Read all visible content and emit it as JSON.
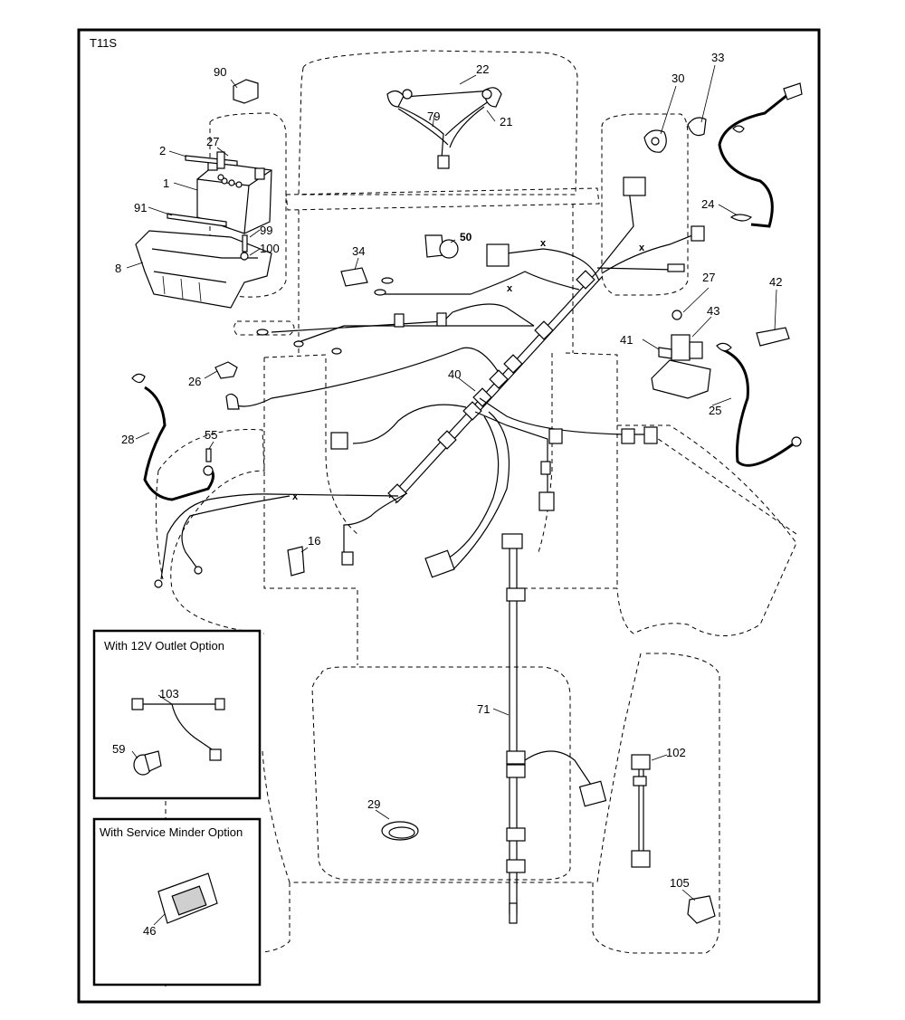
{
  "diagram_code": "T11S",
  "part_labels": {
    "p1": "1",
    "p2": "2",
    "p8": "8",
    "p16": "16",
    "p21": "21",
    "p22": "22",
    "p24": "24",
    "p25": "25",
    "p26": "26",
    "p27a": "27",
    "p27b": "27",
    "p28": "28",
    "p29": "29",
    "p30": "30",
    "p33": "33",
    "p34": "34",
    "p40": "40",
    "p41": "41",
    "p42": "42",
    "p43": "43",
    "p46": "46",
    "p50": "50",
    "p55": "55",
    "p59": "59",
    "p71": "71",
    "p79": "79",
    "p90": "90",
    "p91": "91",
    "p99": "99",
    "p100": "100",
    "p102": "102",
    "p103": "103",
    "p105": "105"
  },
  "options": {
    "outlet_title": "With 12V Outlet Option",
    "minder_title": "With Service Minder Option"
  }
}
